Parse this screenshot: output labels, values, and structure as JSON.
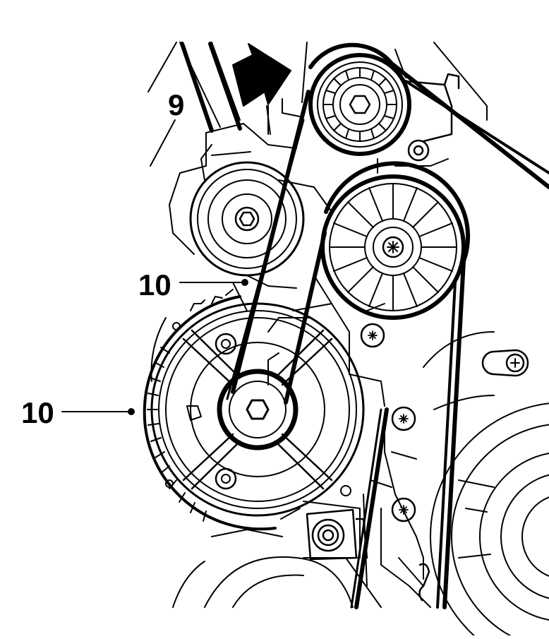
{
  "diagram": {
    "callouts": {
      "belt_label": "9",
      "tensioner_label_upper": "10",
      "tensioner_label_lower": "10"
    },
    "direction_arrow": "arrow-icon",
    "colors": {
      "ink": "#000000",
      "paper": "#ffffff"
    }
  }
}
